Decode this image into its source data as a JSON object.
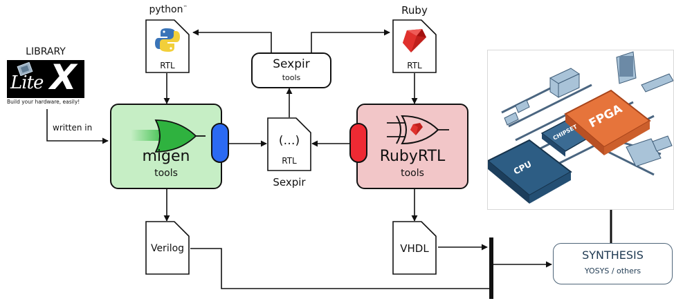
{
  "python": {
    "heading": "python",
    "trademark": "™",
    "doc_label": "RTL"
  },
  "ruby": {
    "heading": "Ruby",
    "doc_label": "RTL"
  },
  "library": {
    "heading": "LIBRARY",
    "logo_text": "Lite",
    "logo_x": "X",
    "tagline": "Build your hardware, easily!"
  },
  "edges": {
    "written_in": "written in"
  },
  "sexpir_tools": {
    "title": "Sexpir",
    "subtitle": "tools"
  },
  "sexpir_doc": {
    "main": "(…)",
    "label": "RTL",
    "caption": "Sexpir"
  },
  "migen": {
    "title": "migen",
    "subtitle": "tools",
    "color": "#c6eec5",
    "port_color": "#2b6af2"
  },
  "rubyrtl": {
    "title": "RubyRTL",
    "subtitle": "tools",
    "color": "#f2c6c8",
    "port_color": "#ee2a33"
  },
  "verilog": {
    "label": "Verilog"
  },
  "vhdl": {
    "label": "VHDL"
  },
  "synthesis": {
    "title": "SYNTHESIS",
    "subtitle": "YOSYS / others"
  },
  "fpga_board": {
    "fpga": "FPGA",
    "cpu": "CPU",
    "chipset": "CHIPSET"
  }
}
